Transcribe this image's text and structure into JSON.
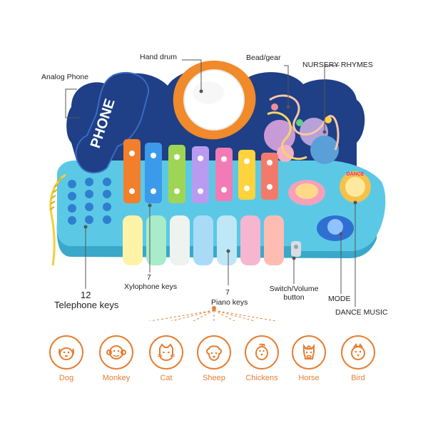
{
  "labels": {
    "hand_drum": "Hand drum",
    "bead_gear": "Bead/gear",
    "nursery_rhymes": "NURSERY RHYMES",
    "analog_phone": "Analog Phone",
    "xylophone_count": "7",
    "xylophone_keys": "Xylophone keys",
    "piano_count": "7",
    "piano_keys": "Piano keys",
    "telephone_count": "12",
    "telephone_keys": "Telephone keys",
    "switch_volume_1": "Switch/Volume",
    "switch_volume_2": "button",
    "mode": "MODE",
    "dance_music": "DANCE MUSIC"
  },
  "phone_text": "PHONE",
  "dance_badge": "DANCE",
  "animals": [
    {
      "name": "Dog",
      "icon": "dog-icon"
    },
    {
      "name": "Monkey",
      "icon": "monkey-icon"
    },
    {
      "name": "Cat",
      "icon": "cat-icon"
    },
    {
      "name": "Sheep",
      "icon": "sheep-icon"
    },
    {
      "name": "Chickens",
      "icon": "chicken-icon"
    },
    {
      "name": "Horse",
      "icon": "horse-icon"
    },
    {
      "name": "Bird",
      "icon": "bird-icon"
    }
  ],
  "colors": {
    "accent": "#e67e32",
    "toy_body": "#5bc9e6",
    "toy_top": "#1f3f86"
  }
}
